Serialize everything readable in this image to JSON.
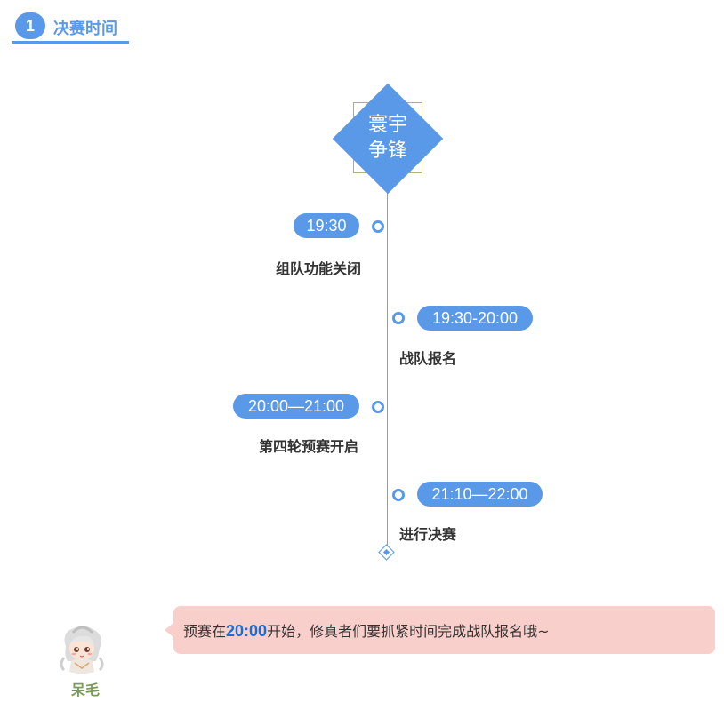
{
  "section": {
    "number": "1",
    "title": "决赛时间"
  },
  "timeline": {
    "title_line1": "寰宇",
    "title_line2": "争锋",
    "events": [
      {
        "time": "19:30",
        "label": "组队功能关闭"
      },
      {
        "time": "19:30-20:00",
        "label": "战队报名"
      },
      {
        "time": "20:00—21:00",
        "label": "第四轮预赛开启"
      },
      {
        "time": "21:10—22:00",
        "label": "进行决赛"
      }
    ]
  },
  "bubble": {
    "prefix": "预赛在",
    "highlight": "20:00",
    "suffix": "开始，修真者们要抓紧时间完成战队报名哦~"
  },
  "character": {
    "name": "呆毛",
    "icon": "chibi-character-avatar"
  },
  "colors": {
    "accent": "#5a98e8",
    "bubble": "#f9cfcb",
    "highlight": "#1a6dd6",
    "name": "#7a9a5a"
  }
}
